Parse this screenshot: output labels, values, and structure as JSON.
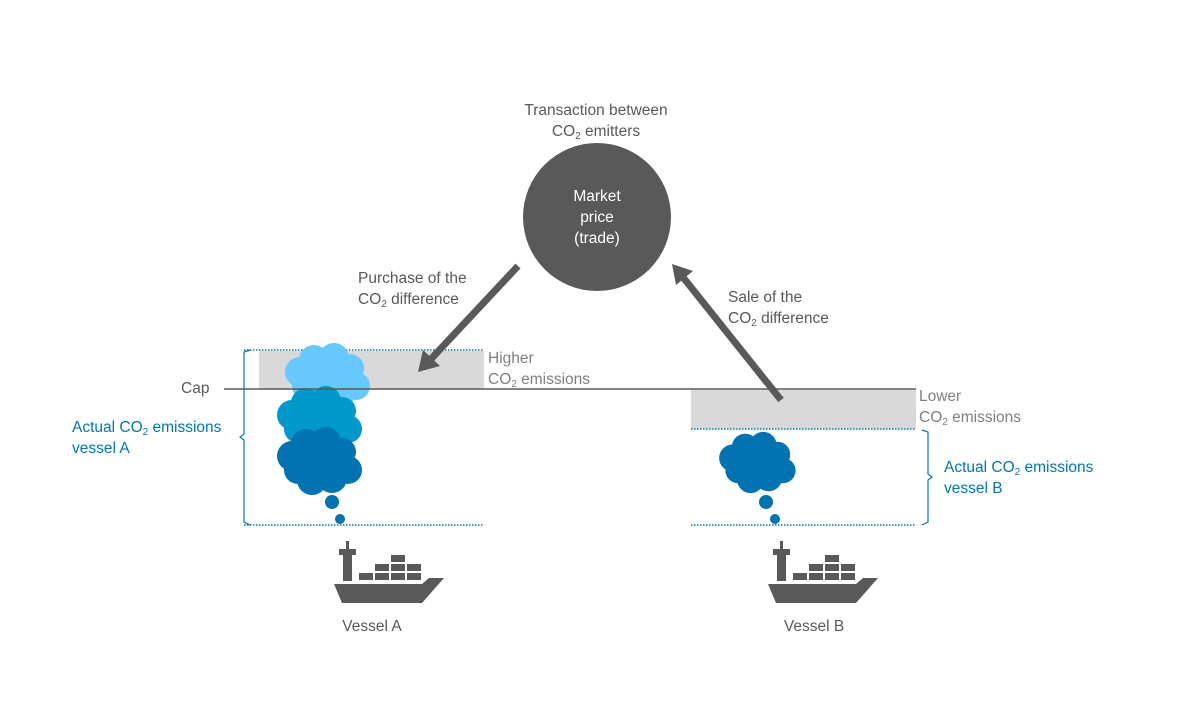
{
  "colors": {
    "dark_gray": "#595959",
    "band_gray": "#d9d9d9",
    "light_text": "#7f7f7f",
    "accent_blue": "#0077b3",
    "cloud_light": "#66c8ff",
    "cloud_mid": "#0099cc",
    "cloud_dark": "#0073b0"
  },
  "market": {
    "caption_line1": "Transaction between",
    "caption_line2_pre": "CO",
    "caption_line2_sub": "2",
    "caption_line2_post": " emitters",
    "circle_line1": "Market",
    "circle_line2": "price",
    "circle_line3": "(trade)"
  },
  "purchase": {
    "line1": "Purchase of the",
    "line2_pre": "CO",
    "line2_sub": "2",
    "line2_post": " difference"
  },
  "sale": {
    "line1": "Sale of the",
    "line2_pre": "CO",
    "line2_sub": "2",
    "line2_post": " difference"
  },
  "cap": {
    "label": "Cap"
  },
  "higher": {
    "line1": "Higher",
    "line2_pre": "CO",
    "line2_sub": "2",
    "line2_post": " emissions"
  },
  "lower": {
    "line1": "Lower",
    "line2_pre": "CO",
    "line2_sub": "2",
    "line2_post": " emissions"
  },
  "actual_a": {
    "line1_pre": "Actual CO",
    "line1_sub": "2",
    "line1_post": " emissions",
    "line2": "vessel A"
  },
  "actual_b": {
    "line1_pre": "Actual CO",
    "line1_sub": "2",
    "line1_post": " emissions",
    "line2": "vessel B"
  },
  "vessels": [
    {
      "label": "Vessel A",
      "icon": "container-ship-icon"
    },
    {
      "label": "Vessel B",
      "icon": "container-ship-icon"
    }
  ]
}
